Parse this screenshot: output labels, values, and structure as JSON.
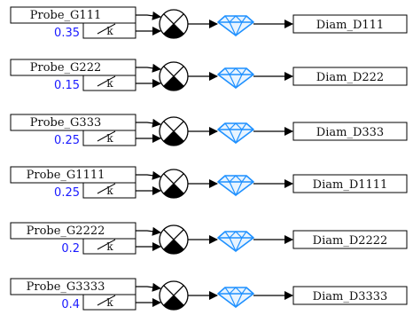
{
  "rows": [
    {
      "probe": "Probe_G111",
      "k_value": "0.35",
      "k_label": "k",
      "output": "Diam_D111"
    },
    {
      "probe": "Probe_G222",
      "k_value": "0.15",
      "k_label": "k",
      "output": "Diam_D222"
    },
    {
      "probe": "Probe_G333",
      "k_value": "0.25",
      "k_label": "k",
      "output": "Diam_D333"
    },
    {
      "probe": "Probe_G1111",
      "k_value": "0.25",
      "k_label": "k",
      "output": "Diam_D1111"
    },
    {
      "probe": "Probe_G2222",
      "k_value": "0.2",
      "k_label": "k",
      "output": "Diam_D2222"
    },
    {
      "probe": "Probe_G3333",
      "k_value": "0.4",
      "k_label": "k",
      "output": "Diam_D3333"
    }
  ],
  "icons": {
    "multiplier": "multiply-circle-icon",
    "converter": "diamond-icon"
  },
  "colors": {
    "k_value": "#1a1aff",
    "diamond": "#1e90ff",
    "line": "#000000"
  }
}
